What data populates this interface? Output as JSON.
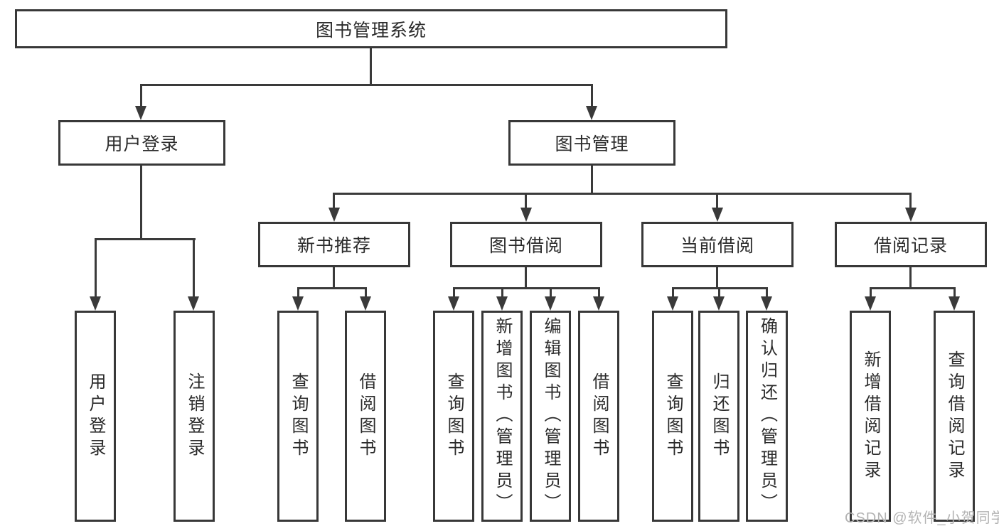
{
  "tree": {
    "root": "图书管理系统",
    "level2": [
      {
        "label": "用户登录",
        "children": [
          "用户登录",
          "注销登录"
        ]
      },
      {
        "label": "图书管理",
        "groups": [
          {
            "label": "新书推荐",
            "children": [
              "查询图书",
              "借阅图书"
            ]
          },
          {
            "label": "图书借阅",
            "children": [
              "查询图书",
              "新增图书（管理员）",
              "编辑图书（管理员）",
              "借阅图书"
            ]
          },
          {
            "label": "当前借阅",
            "children": [
              "查询图书",
              "归还图书",
              "确认归还（管理员）"
            ]
          },
          {
            "label": "借阅记录",
            "children": [
              "新增借阅记录",
              "查询借阅记录"
            ]
          }
        ]
      }
    ]
  },
  "watermark": "CSDN @软件_小贺同学",
  "colors": {
    "line": "#3a3a3a",
    "text": "#2b2b2b",
    "watermark": "#b3b3b3"
  }
}
